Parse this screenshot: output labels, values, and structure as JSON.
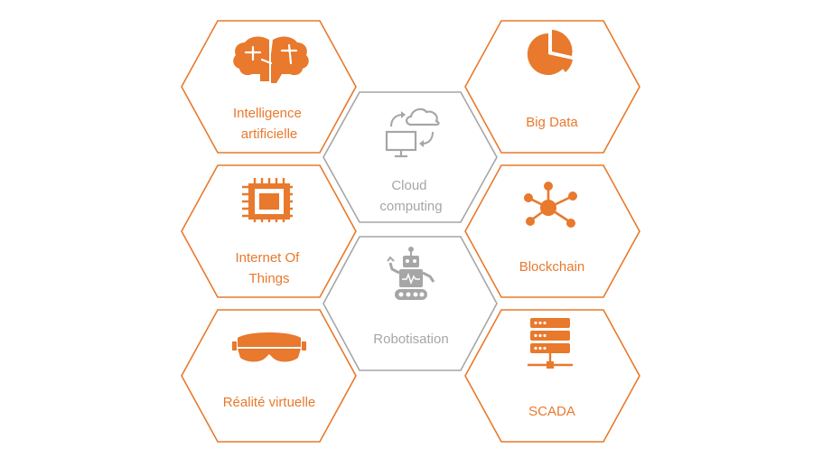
{
  "colors": {
    "orange": "#E8792D",
    "gray": "#A6A6A6",
    "background": "#FFFFFF"
  },
  "hexagons": [
    {
      "id": "ia",
      "icon": "brain-icon",
      "lines": [
        "Intelligence",
        "artificielle"
      ],
      "color": "orange"
    },
    {
      "id": "iot",
      "icon": "chip-icon",
      "lines": [
        "Internet Of",
        "Things"
      ],
      "color": "orange"
    },
    {
      "id": "vr",
      "icon": "vr-headset-icon",
      "lines": [
        "Réalité virtuelle"
      ],
      "color": "orange"
    },
    {
      "id": "cloud",
      "icon": "cloud-sync-icon",
      "lines": [
        "Cloud",
        "computing"
      ],
      "color": "gray"
    },
    {
      "id": "robot",
      "icon": "robot-icon",
      "lines": [
        "Robotisation"
      ],
      "color": "gray"
    },
    {
      "id": "bigdata",
      "icon": "pie-chart-icon",
      "lines": [
        "Big Data"
      ],
      "color": "orange"
    },
    {
      "id": "blockchain",
      "icon": "network-hub-icon",
      "lines": [
        "Blockchain"
      ],
      "color": "orange"
    },
    {
      "id": "scada",
      "icon": "server-rack-icon",
      "lines": [
        "SCADA"
      ],
      "color": "orange"
    }
  ]
}
